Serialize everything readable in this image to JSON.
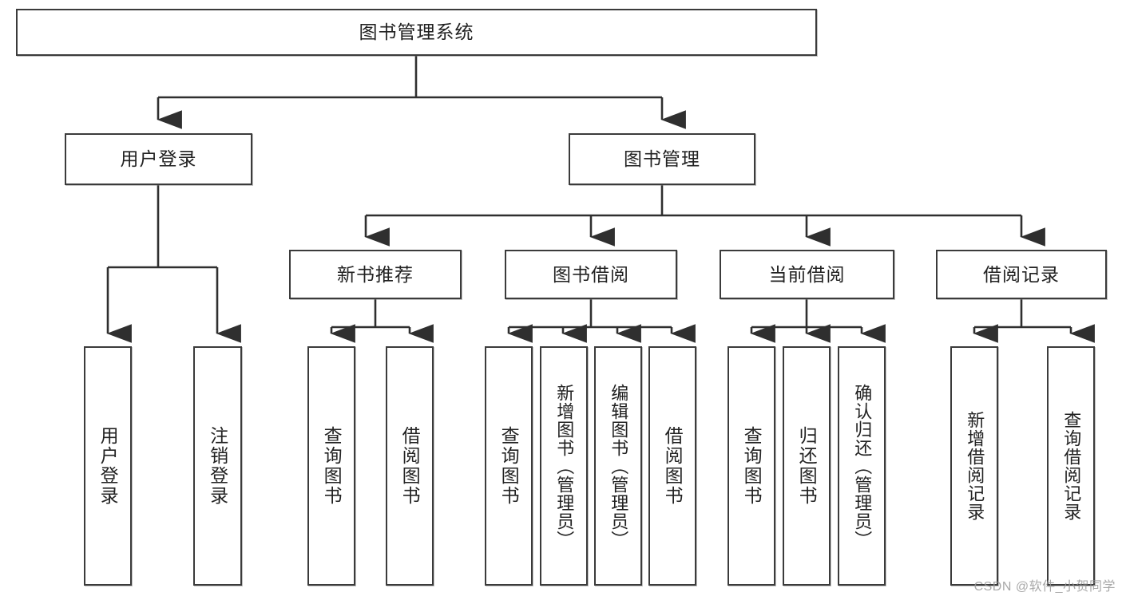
{
  "diagram": {
    "type": "tree-hierarchy",
    "title": "图书管理系统",
    "root": {
      "label": "图书管理系统"
    },
    "level2": [
      {
        "label": "用户登录"
      },
      {
        "label": "图书管理"
      }
    ],
    "level3": [
      {
        "label": "新书推荐"
      },
      {
        "label": "图书借阅"
      },
      {
        "label": "当前借阅"
      },
      {
        "label": "借阅记录"
      }
    ],
    "leaves": {
      "user_login": [
        {
          "label": "用户登录"
        },
        {
          "label": "注销登录"
        }
      ],
      "new_book_recommend": [
        {
          "label": "查询图书"
        },
        {
          "label": "借阅图书"
        }
      ],
      "book_borrow": [
        {
          "label": "查询图书"
        },
        {
          "label": "新增图书（管理员）"
        },
        {
          "label": "编辑图书（管理员）"
        },
        {
          "label": "借阅图书"
        }
      ],
      "current_borrow": [
        {
          "label": "查询图书"
        },
        {
          "label": "归还图书"
        },
        {
          "label": "确认归还（管理员）"
        }
      ],
      "borrow_record": [
        {
          "label": "新增借阅记录"
        },
        {
          "label": "查询借阅记录"
        }
      ]
    }
  },
  "watermark": {
    "text": "CSDN @软件_小贺同学"
  },
  "colors": {
    "box_border": "#3b3b3b",
    "connector": "#2f2f2f",
    "text": "#222222",
    "background": "#ffffff",
    "watermark": "#9a9a9a"
  }
}
